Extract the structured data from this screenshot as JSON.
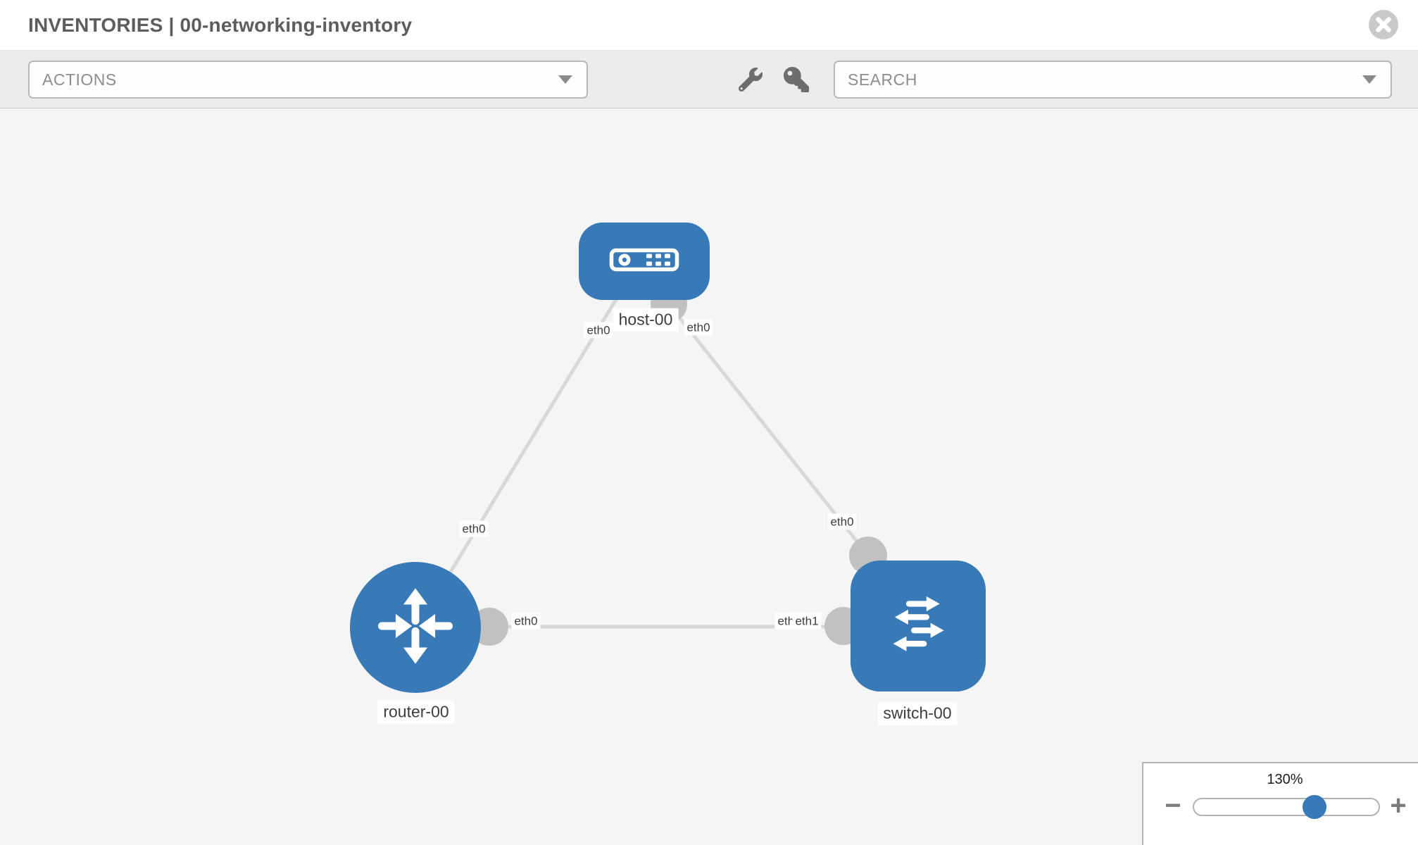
{
  "header": {
    "title": "INVENTORIES | 00-networking-inventory"
  },
  "toolbar": {
    "actions_label": "ACTIONS",
    "search_placeholder": "SEARCH",
    "tool_icons": [
      "wrench-icon",
      "key-icon"
    ]
  },
  "topology": {
    "nodes": [
      {
        "id": "host-00",
        "label": "host-00",
        "type": "host"
      },
      {
        "id": "router-00",
        "label": "router-00",
        "type": "router"
      },
      {
        "id": "switch-00",
        "label": "switch-00",
        "type": "switch"
      }
    ],
    "links": [
      {
        "source": "host-00",
        "source_interface": "eth0",
        "target": "router-00",
        "target_interface": "eth0"
      },
      {
        "source": "host-00",
        "source_interface": "eth0",
        "target": "switch-00",
        "target_interface": "eth0"
      },
      {
        "source": "router-00",
        "source_interface": "eth0",
        "target": "switch-00",
        "target_interface": "eth1"
      }
    ],
    "labels": {
      "host_if_left": "eth0",
      "host_if_right": "eth0",
      "router_if_diag": "eth0",
      "switch_if_diag": "eth0",
      "router_if_horiz": "eth0",
      "switch_if_under": "eth0",
      "switch_if_horiz": "eth1"
    }
  },
  "zoom_control": {
    "value": "130%",
    "minus_label": "−",
    "plus_label": "+"
  },
  "colors": {
    "node_blue": "#3879b7",
    "edge_gray": "#d8d8d8",
    "connector_gray": "#c1c1c1",
    "toolbar_bg": "#ececec",
    "canvas_bg": "#f5f5f5"
  }
}
